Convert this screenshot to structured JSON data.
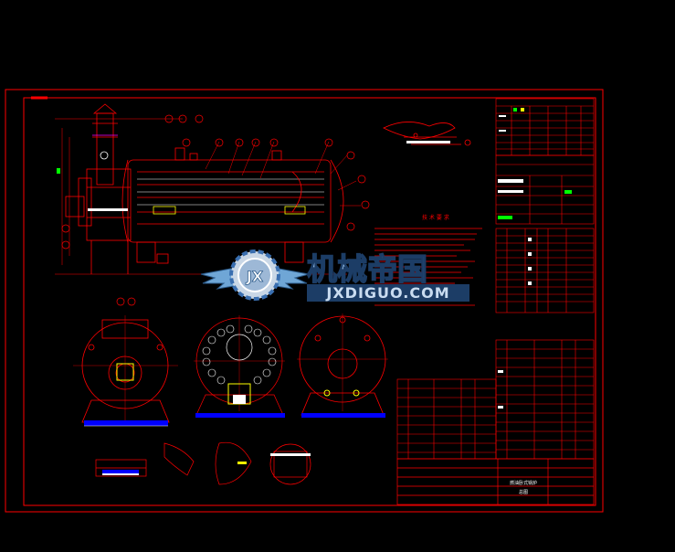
{
  "watermark": {
    "logo_letters": "JX",
    "title_cn": "机械帝国",
    "domain": "JXDIGUO.COM"
  },
  "drawing": {
    "notes_header": "技 术 要 求",
    "title_block_name": "燃油卧式锅炉",
    "title_block_code": "总图"
  },
  "colors": {
    "background": "#000000",
    "line": "#ff0000",
    "white": "#ffffff",
    "yellow": "#ffff00",
    "green": "#00ff00",
    "cyan": "#00ffff",
    "blue": "#0000ff",
    "watermark_blue": "#3a6fb0"
  }
}
